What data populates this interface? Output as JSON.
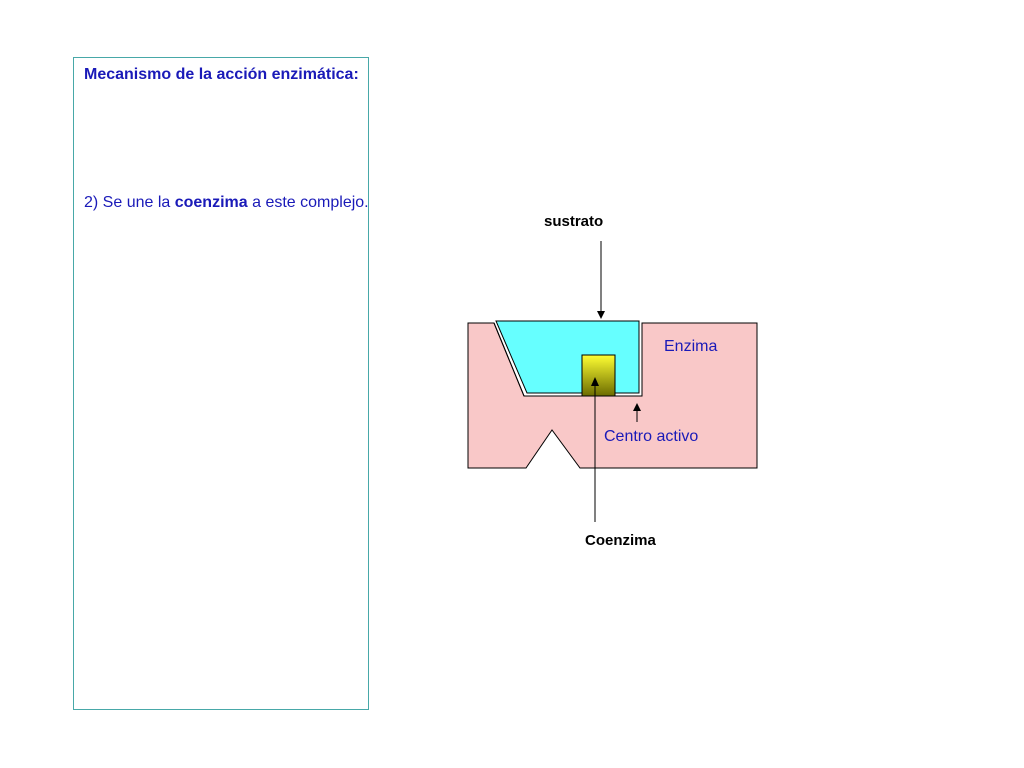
{
  "panel": {
    "title": "Mecanismo de la acción enzimática:",
    "step_prefix": "2) Se une la ",
    "step_keyword": "coenzima",
    "step_suffix": " a este complejo."
  },
  "diagram": {
    "labels": {
      "substrate": "sustrato",
      "enzyme": "Enzima",
      "active_site": "Centro activo",
      "coenzyme": "Coenzima"
    },
    "colors": {
      "enzyme_fill": "#f9c8c8",
      "substrate_fill": "#66ffff",
      "coenzyme_top": "#ffff33",
      "coenzyme_bottom": "#6b6b00",
      "stroke": "#000000",
      "text_blue": "#1a1ab8"
    }
  }
}
